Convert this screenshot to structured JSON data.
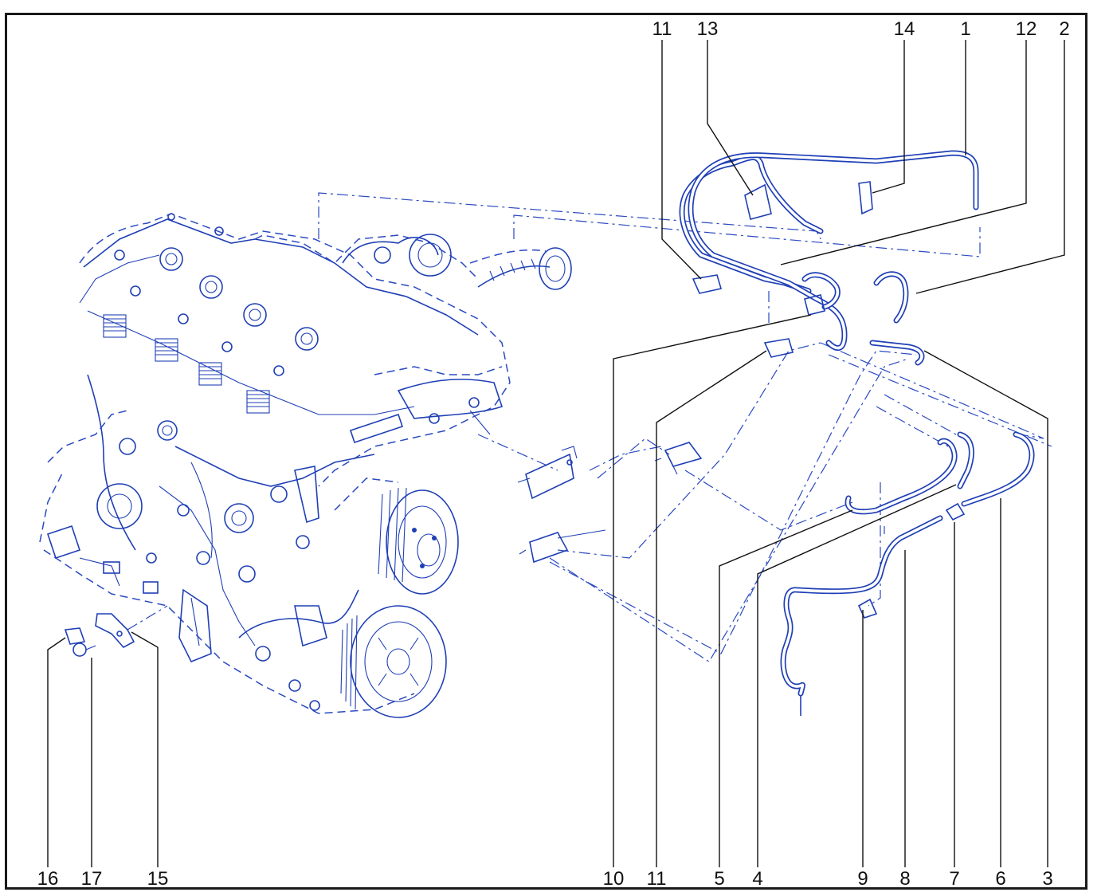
{
  "diagram": {
    "callouts_top": [
      "11",
      "13",
      "14",
      "1",
      "12",
      "2"
    ],
    "callouts_bottom_left": [
      "16",
      "17",
      "15"
    ],
    "callouts_bottom_right": [
      "10",
      "11",
      "5",
      "4",
      "9",
      "8",
      "7",
      "6",
      "3"
    ]
  },
  "colors": {
    "line_art": "#1f3fb5",
    "callout_text": "#111111",
    "frame": "#1a1a1a"
  }
}
